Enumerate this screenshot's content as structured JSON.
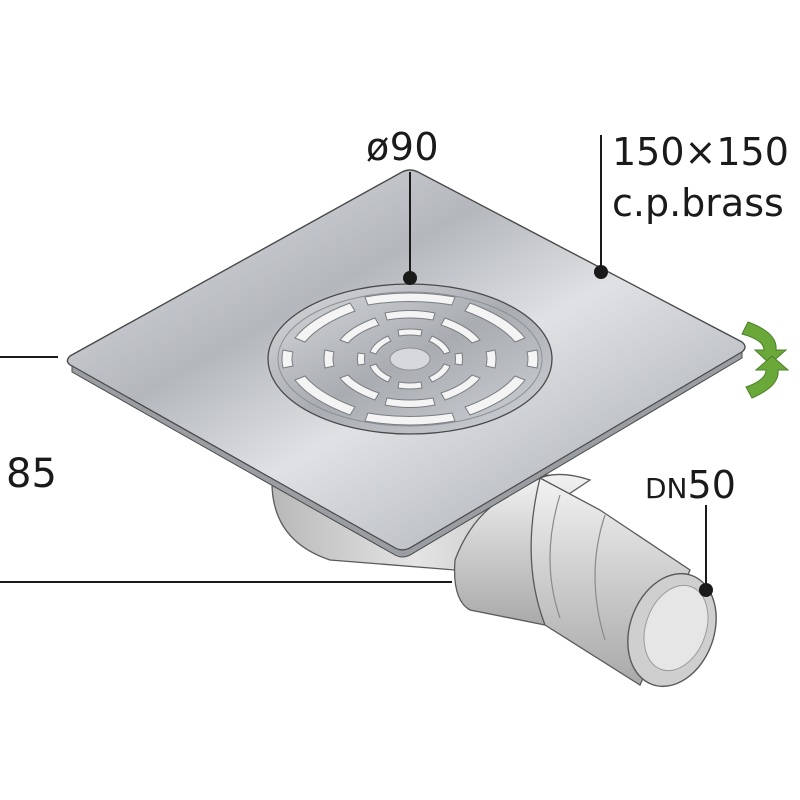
{
  "labels": {
    "grate_diameter": "ø90",
    "plate_size": "150×150",
    "plate_material": "c.p.brass",
    "height": "85",
    "outlet_prefix": "DN",
    "outlet_size": "50"
  },
  "icons": {
    "rotate": "rotate-arrows-icon"
  },
  "colors": {
    "rotate_arrows": "#6aa83a",
    "leader_lines": "#1a1a1a",
    "plate_metal": "#c9ccd0",
    "body_plastic": "#d4d4d4"
  }
}
